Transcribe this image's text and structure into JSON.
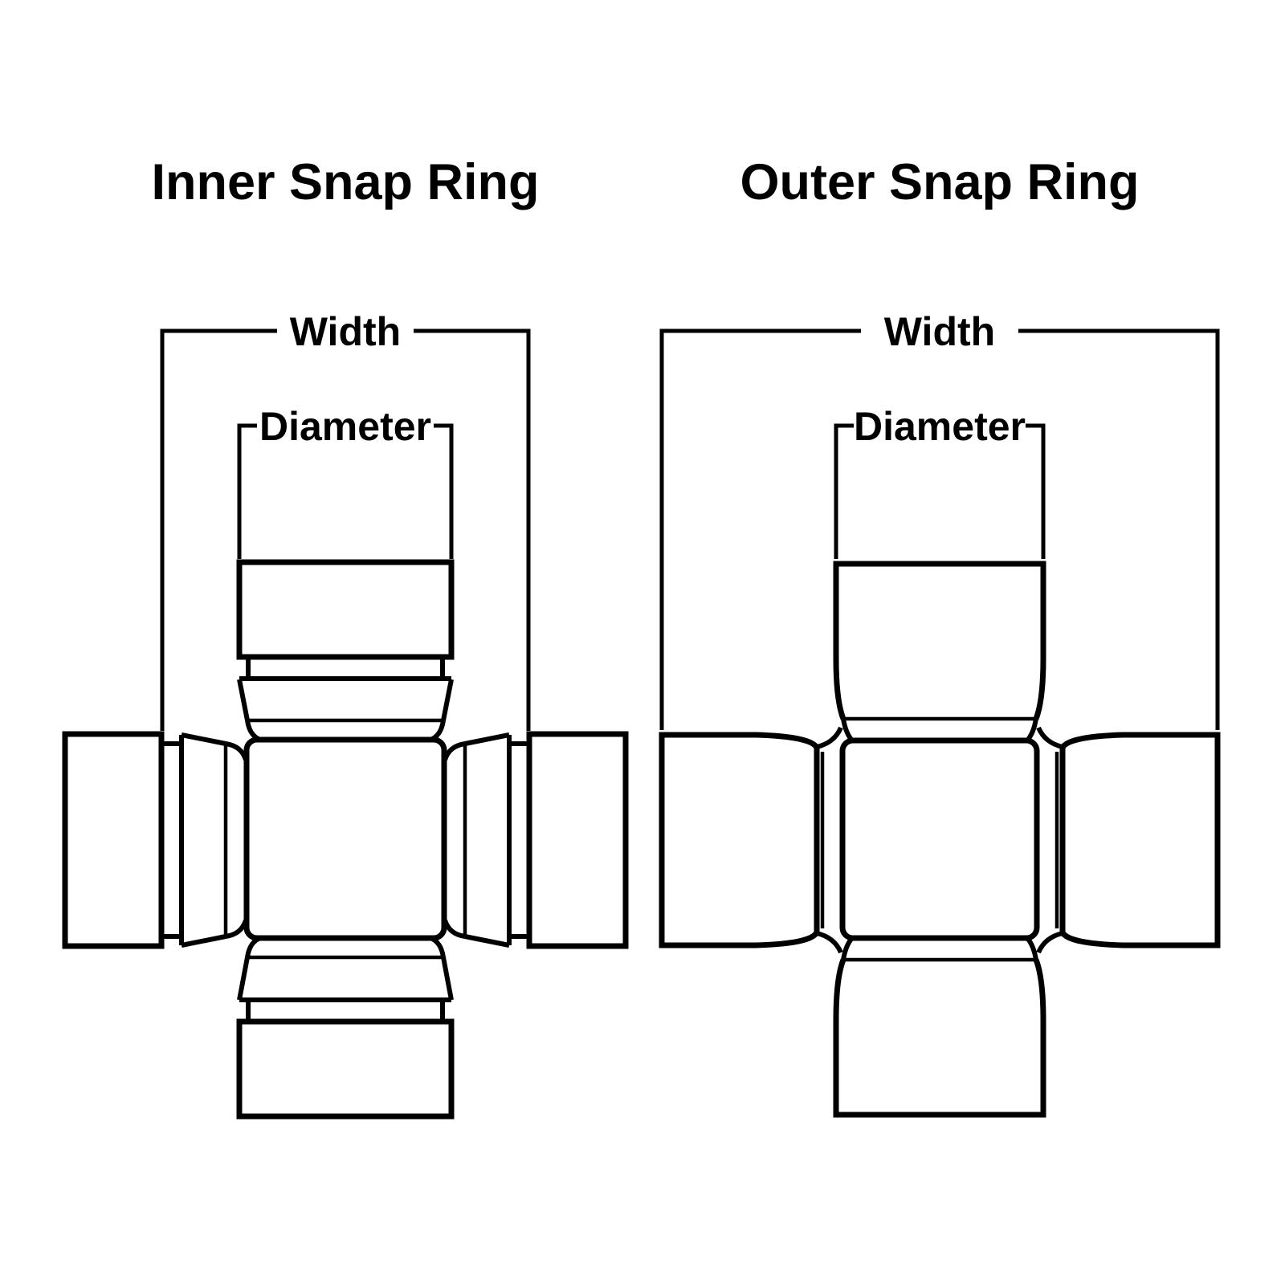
{
  "colors": {
    "line": "#000000",
    "text": "#000000",
    "background": "#ffffff"
  },
  "figures": [
    {
      "id": "inner-snap-ring",
      "title": "Inner Snap Ring",
      "width_label": "Width",
      "diameter_label": "Diameter"
    },
    {
      "id": "outer-snap-ring",
      "title": "Outer Snap Ring",
      "width_label": "Width",
      "diameter_label": "Diameter"
    }
  ]
}
